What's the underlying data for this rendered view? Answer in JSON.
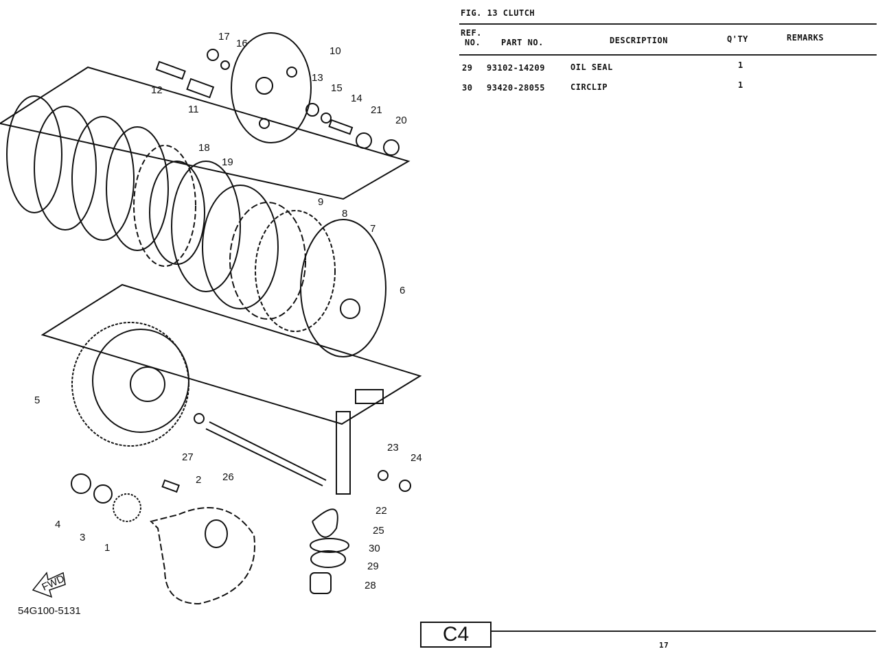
{
  "header": {
    "figure_title": "FIG. 13  CLUTCH"
  },
  "table": {
    "columns": {
      "ref_no_line1": "REF.",
      "ref_no_line2": "NO.",
      "part_no": "PART NO.",
      "description": "DESCRIPTION",
      "qty": "Q'TY",
      "remarks": "REMARKS"
    },
    "rows": [
      {
        "ref": "29",
        "part_no": "93102-14209",
        "description": "OIL SEAL",
        "qty": "1",
        "remarks": ""
      },
      {
        "ref": "30",
        "part_no": "93420-28055",
        "description": "CIRCLIP",
        "qty": "1",
        "remarks": ""
      }
    ]
  },
  "diagram": {
    "callouts": [
      "17",
      "16",
      "10",
      "12",
      "11",
      "13",
      "15",
      "14",
      "21",
      "20",
      "18",
      "19",
      "9",
      "8",
      "7",
      "6",
      "5",
      "27",
      "26",
      "2",
      "23",
      "24",
      "22",
      "4",
      "3",
      "1",
      "25",
      "30",
      "29",
      "28"
    ],
    "fwd_label": "FWD",
    "drawing_code": "54G100-5131"
  },
  "footer": {
    "section_code": "C4",
    "page_number": "17"
  }
}
